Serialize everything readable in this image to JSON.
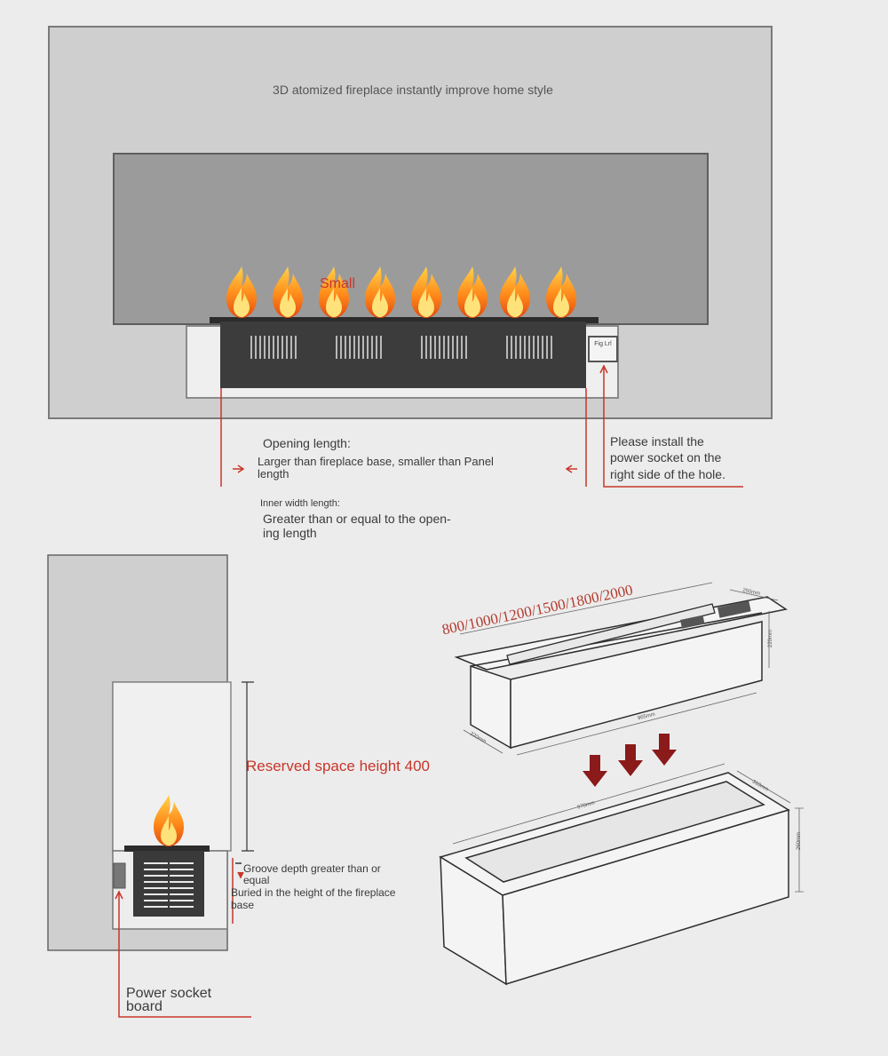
{
  "top_panel": {
    "headline": "3D atomized fireplace instantly improve home style",
    "flame_label": "Small",
    "control_panel_text": "Fig Lrl"
  },
  "notes": {
    "opening_title": "Opening length:",
    "opening_desc_1": "Larger than fireplace base, smaller than Panel",
    "opening_desc_2": "length",
    "inner_title": "Inner width length:",
    "inner_desc_1": "Greater than or equal to the open-",
    "inner_desc_2": "ing length",
    "socket_1": "Please install the",
    "socket_2": "power socket on the",
    "socket_3": "right side of the hole."
  },
  "side_view": {
    "reserved": "Reserved space height 400",
    "groove_1": "Groove depth greater than or",
    "groove_2": "equal",
    "buried_1": "Buried in the height of the fireplace",
    "buried_2": "base",
    "power_1": "Power socket",
    "power_2": "board"
  },
  "iso_view": {
    "lengths": "800/1000/1200/1500/1800/2000",
    "dim_top_width": "250mm",
    "dim_top_height": "220mm",
    "dim_top_length": "965mm",
    "dim_top_depth": "220mm",
    "dim_box_length": "970mm",
    "dim_box_width": "310mm",
    "dim_box_height": "260mm"
  },
  "colors": {
    "accent_red": "#c8362b",
    "panel_gray": "#cfcfcf",
    "dark_body": "#3c3c3c"
  }
}
